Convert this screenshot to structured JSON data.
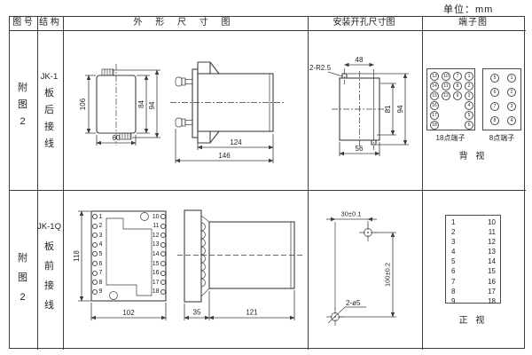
{
  "unit_label": "单位：mm",
  "headers": {
    "fig_no": "图 号",
    "structure": "结 构",
    "outline": "外 形 尺 寸 图",
    "install": "安装开孔尺寸图",
    "terminal": "端子图"
  },
  "row1": {
    "fig_no": [
      "附",
      "图",
      "2"
    ],
    "structure": {
      "model": "JK-1",
      "chars": [
        "板",
        "后",
        "接",
        "线"
      ]
    },
    "front": {
      "h106": "106",
      "h84": "84",
      "h94": "94",
      "w60": "60"
    },
    "side": {
      "d124": "124",
      "d146": "146"
    },
    "install": {
      "corner_label": "2-R2.5",
      "w48": "48",
      "h81": "81",
      "h94": "94",
      "w56": "56"
    },
    "terminals18": {
      "label": "18点端子",
      "rows": [
        [
          13,
          10,
          7,
          1
        ],
        [
          14,
          11,
          8,
          2
        ],
        [
          15,
          12,
          9,
          3
        ],
        [
          16,
          null,
          null,
          4
        ],
        [
          17,
          null,
          null,
          5
        ],
        [
          18,
          null,
          null,
          6
        ]
      ]
    },
    "terminals8": {
      "label": "8点端子",
      "rows": [
        [
          5,
          1
        ],
        [
          6,
          2
        ],
        [
          7,
          3
        ],
        [
          8,
          4
        ]
      ]
    },
    "view_label": "背 视"
  },
  "row2": {
    "fig_no": [
      "附",
      "图",
      "2"
    ],
    "structure": {
      "model": "JK-1Q",
      "chars": [
        "板",
        "前",
        "接",
        "线"
      ]
    },
    "front_view": {
      "h118": "118",
      "w102": "102",
      "left_terminals": [
        "1",
        "2",
        "3",
        "4",
        "5",
        "6",
        "7",
        "8",
        "9"
      ],
      "right_terminals": [
        "10",
        "11",
        "12",
        "13",
        "14",
        "15",
        "16",
        "17",
        "18"
      ]
    },
    "side": {
      "d35": "35",
      "d121": "121"
    },
    "install": {
      "w30": "30±0.1",
      "h100": "100±0.2",
      "hole_label": "2-ø5"
    },
    "terminal_table": {
      "left": [
        "1",
        "2",
        "3",
        "4",
        "5",
        "6",
        "7",
        "8",
        "9"
      ],
      "right": [
        "10",
        "11",
        "12",
        "13",
        "14",
        "15",
        "16",
        "17",
        "18"
      ],
      "view_label": "正 视"
    }
  }
}
